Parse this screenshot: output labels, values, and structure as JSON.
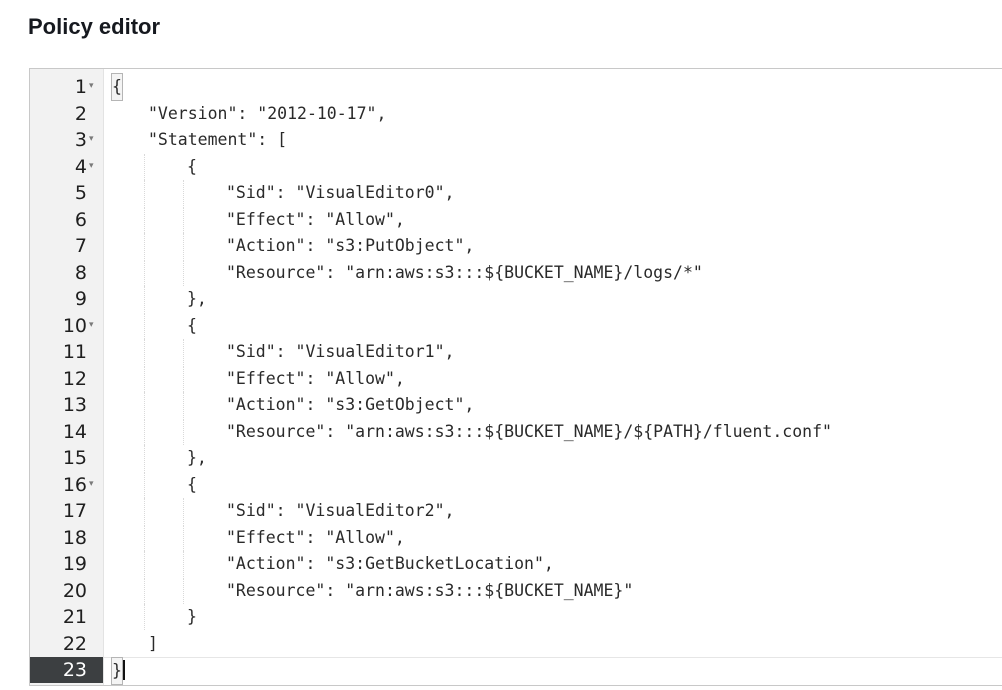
{
  "page": {
    "title": "Policy editor"
  },
  "editor": {
    "active_line": 23,
    "lines": [
      {
        "n": "1",
        "fold": true,
        "indent": 0,
        "text": "{"
      },
      {
        "n": "2",
        "fold": false,
        "indent": 1,
        "text": "\"Version\": \"2012-10-17\","
      },
      {
        "n": "3",
        "fold": true,
        "indent": 1,
        "text": "\"Statement\": ["
      },
      {
        "n": "4",
        "fold": true,
        "indent": 2,
        "text": "{"
      },
      {
        "n": "5",
        "fold": false,
        "indent": 3,
        "text": "\"Sid\": \"VisualEditor0\","
      },
      {
        "n": "6",
        "fold": false,
        "indent": 3,
        "text": "\"Effect\": \"Allow\","
      },
      {
        "n": "7",
        "fold": false,
        "indent": 3,
        "text": "\"Action\": \"s3:PutObject\","
      },
      {
        "n": "8",
        "fold": false,
        "indent": 3,
        "text": "\"Resource\": \"arn:aws:s3:::${BUCKET_NAME}/logs/*\""
      },
      {
        "n": "9",
        "fold": false,
        "indent": 2,
        "text": "},"
      },
      {
        "n": "10",
        "fold": true,
        "indent": 2,
        "text": "{"
      },
      {
        "n": "11",
        "fold": false,
        "indent": 3,
        "text": "\"Sid\": \"VisualEditor1\","
      },
      {
        "n": "12",
        "fold": false,
        "indent": 3,
        "text": "\"Effect\": \"Allow\","
      },
      {
        "n": "13",
        "fold": false,
        "indent": 3,
        "text": "\"Action\": \"s3:GetObject\","
      },
      {
        "n": "14",
        "fold": false,
        "indent": 3,
        "text": "\"Resource\": \"arn:aws:s3:::${BUCKET_NAME}/${PATH}/fluent.conf\""
      },
      {
        "n": "15",
        "fold": false,
        "indent": 2,
        "text": "},"
      },
      {
        "n": "16",
        "fold": true,
        "indent": 2,
        "text": "{"
      },
      {
        "n": "17",
        "fold": false,
        "indent": 3,
        "text": "\"Sid\": \"VisualEditor2\","
      },
      {
        "n": "18",
        "fold": false,
        "indent": 3,
        "text": "\"Effect\": \"Allow\","
      },
      {
        "n": "19",
        "fold": false,
        "indent": 3,
        "text": "\"Action\": \"s3:GetBucketLocation\","
      },
      {
        "n": "20",
        "fold": false,
        "indent": 3,
        "text": "\"Resource\": \"arn:aws:s3:::${BUCKET_NAME}\""
      },
      {
        "n": "21",
        "fold": false,
        "indent": 2,
        "text": "}"
      },
      {
        "n": "22",
        "fold": false,
        "indent": 1,
        "text": "]"
      },
      {
        "n": "23",
        "fold": false,
        "indent": 0,
        "text": "}"
      }
    ],
    "colors": {
      "gutter_bg": "#f2f2f2",
      "active_gutter_bg": "#3c3f41",
      "text": "#2a2a2a"
    },
    "icons": {
      "fold": "fold-arrow-icon"
    }
  }
}
